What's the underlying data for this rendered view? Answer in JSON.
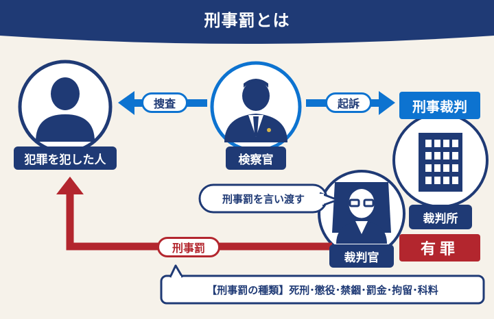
{
  "header": {
    "title": "刑事罰とは"
  },
  "nodes": {
    "offender": "犯罪を犯した人",
    "prosecutor": "検察官",
    "trial": "刑事裁判",
    "court": "裁判所",
    "judge": "裁判官",
    "verdict": "有罪"
  },
  "arrows": {
    "investigate": "捜査",
    "indict": "起訴",
    "punishment": "刑事罰"
  },
  "speech": "刑事罰を言い渡す",
  "types_box": "【刑事罰の種類】死刑･懲役･禁錮･罰金･拘留･科料",
  "colors": {
    "navy": "#1f3a75",
    "blue": "#0d73d0",
    "red": "#b3262e",
    "background": "#f6f2ea"
  }
}
